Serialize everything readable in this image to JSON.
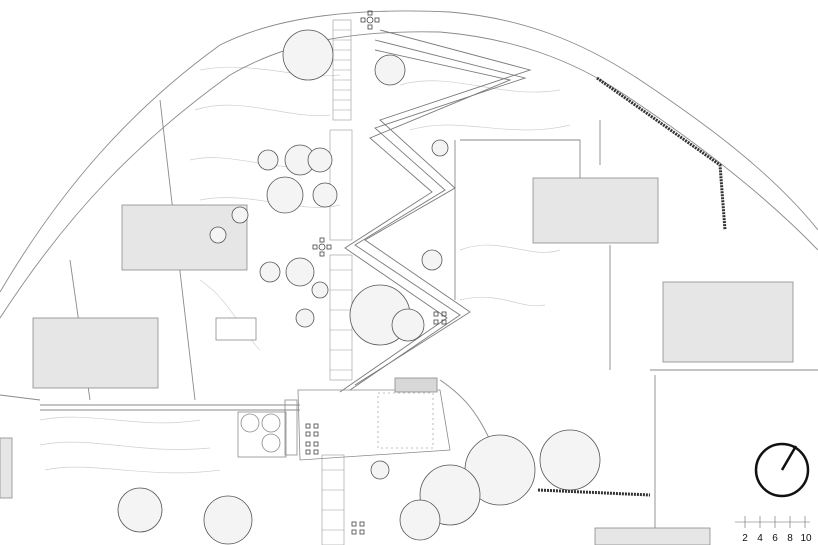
{
  "scale_bar": {
    "labels": [
      "2",
      "4",
      "6",
      "8",
      "10"
    ]
  },
  "icons": {
    "north_arrow": "north-arrow-icon",
    "trees": "tree-canopy-icon",
    "seating": "seating-cluster-icon"
  },
  "colors": {
    "line": "#8a8a8a",
    "building_fill": "#e6e6e6",
    "tree_stroke": "#555555",
    "dark": "#111111"
  }
}
